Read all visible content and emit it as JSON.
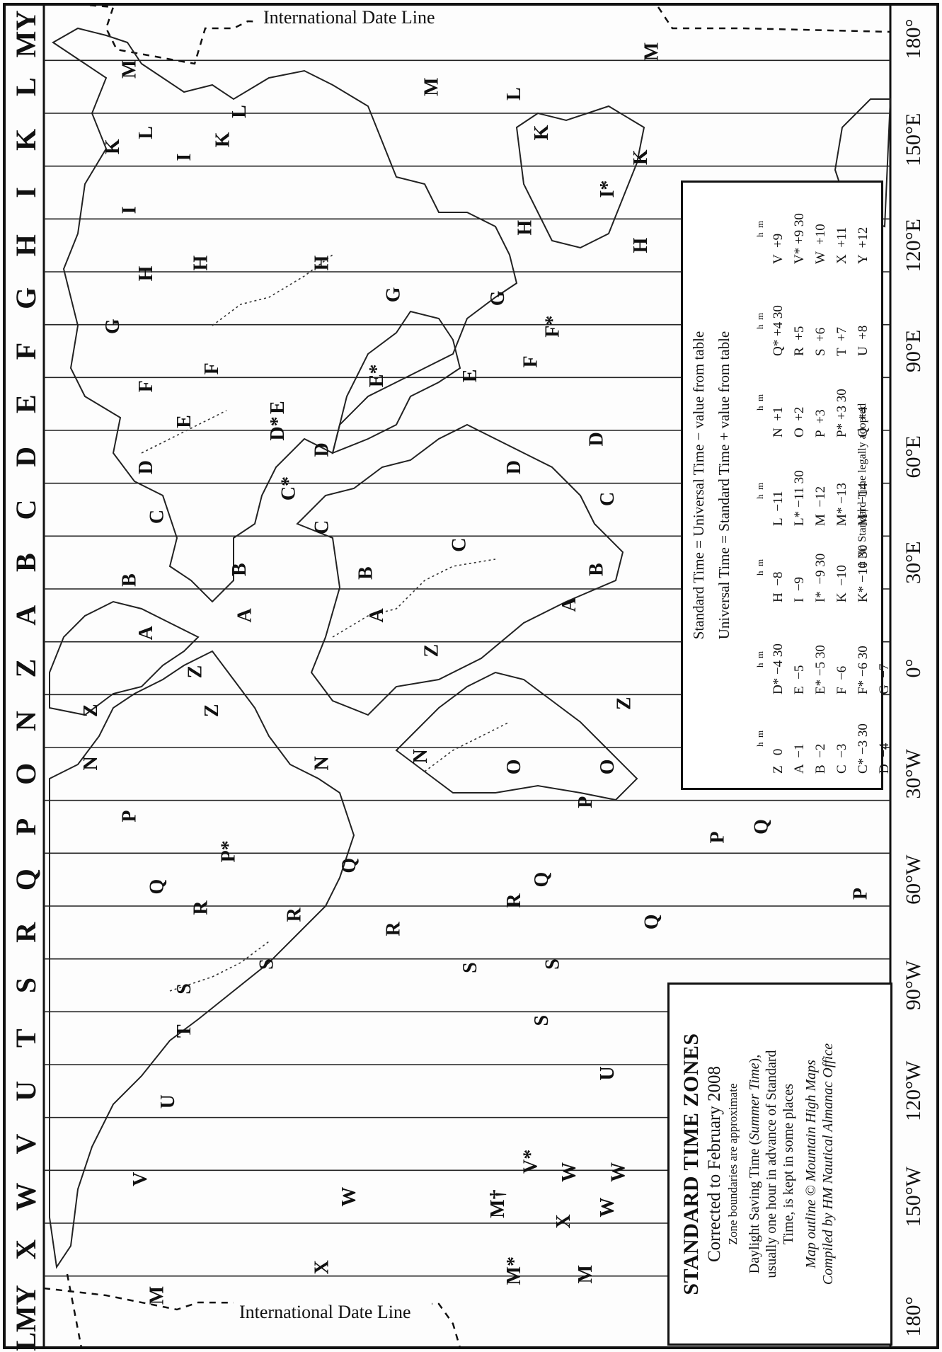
{
  "map": {
    "date_line_label": "International Date Line",
    "zone_bands": [
      "LMY",
      "X",
      "W",
      "V",
      "U",
      "T",
      "S",
      "R",
      "Q",
      "P",
      "O",
      "N",
      "Z",
      "A",
      "B",
      "C",
      "D",
      "E",
      "F",
      "G",
      "H",
      "I",
      "K",
      "L",
      "MY"
    ],
    "longitudes": [
      "180°",
      "150°W",
      "120°W",
      "90°W",
      "60°W",
      "30°W",
      "0°",
      "30°E",
      "60°E",
      "90°E",
      "120°E",
      "150°E",
      "180°"
    ],
    "zone_letters": [
      {
        "t": "M",
        "lon": -178,
        "lat": 60
      },
      {
        "t": "X",
        "lon": -170,
        "lat": 30
      },
      {
        "t": "M*",
        "lon": -171,
        "lat": -5
      },
      {
        "t": "M",
        "lon": -172,
        "lat": -18
      },
      {
        "t": "M",
        "lon": -176,
        "lat": -40
      },
      {
        "t": "W",
        "lon": -150,
        "lat": 25
      },
      {
        "t": "M†",
        "lon": -152,
        "lat": -2
      },
      {
        "t": "W",
        "lon": -153,
        "lat": -22
      },
      {
        "t": "X",
        "lon": -157,
        "lat": -14
      },
      {
        "t": "V",
        "lon": -145,
        "lat": 63
      },
      {
        "t": "V*",
        "lon": -140,
        "lat": -8
      },
      {
        "t": "W",
        "lon": -143,
        "lat": -15
      },
      {
        "t": "W",
        "lon": -143,
        "lat": -24
      },
      {
        "t": "U",
        "lon": -123,
        "lat": 58
      },
      {
        "t": "U",
        "lon": -115,
        "lat": -22
      },
      {
        "t": "T",
        "lon": -103,
        "lat": 55
      },
      {
        "t": "S",
        "lon": -100,
        "lat": -10
      },
      {
        "t": "S",
        "lon": -91,
        "lat": 55
      },
      {
        "t": "S",
        "lon": -84,
        "lat": 40
      },
      {
        "t": "S",
        "lon": -85,
        "lat": 3
      },
      {
        "t": "S",
        "lon": -84,
        "lat": -12
      },
      {
        "t": "R",
        "lon": -68,
        "lat": 52
      },
      {
        "t": "R",
        "lon": -70,
        "lat": 35
      },
      {
        "t": "R",
        "lon": -74,
        "lat": 17
      },
      {
        "t": "R",
        "lon": -66,
        "lat": -5
      },
      {
        "t": "Q",
        "lon": -62,
        "lat": 60
      },
      {
        "t": "Q",
        "lon": -56,
        "lat": 25
      },
      {
        "t": "Q",
        "lon": -60,
        "lat": -10
      },
      {
        "t": "Q",
        "lon": -72,
        "lat": -30
      },
      {
        "t": "Q",
        "lon": -45,
        "lat": -50
      },
      {
        "t": "P",
        "lon": -38,
        "lat": -18
      },
      {
        "t": "P",
        "lon": -48,
        "lat": -42
      },
      {
        "t": "P",
        "lon": -64,
        "lat": -68
      },
      {
        "t": "P",
        "lon": -42,
        "lat": 65
      },
      {
        "t": "P*",
        "lon": -52,
        "lat": 47
      },
      {
        "t": "O",
        "lon": -28,
        "lat": -5
      },
      {
        "t": "O",
        "lon": -28,
        "lat": -22
      },
      {
        "t": "O",
        "lon": -25,
        "lat": -47
      },
      {
        "t": "N",
        "lon": -27,
        "lat": 72
      },
      {
        "t": "N",
        "lon": -27,
        "lat": 30
      },
      {
        "t": "N",
        "lon": -25,
        "lat": 12
      },
      {
        "t": "Z",
        "lon": -12,
        "lat": 72
      },
      {
        "t": "Z",
        "lon": -12,
        "lat": 50
      },
      {
        "t": "Z",
        "lon": -10,
        "lat": -25
      },
      {
        "t": "Z",
        "lon": -5,
        "lat": -37
      },
      {
        "t": "Z",
        "lon": -1,
        "lat": 53
      },
      {
        "t": "Z",
        "lon": 5,
        "lat": 10
      },
      {
        "t": "A",
        "lon": 10,
        "lat": 62
      },
      {
        "t": "A",
        "lon": 15,
        "lat": 44
      },
      {
        "t": "A",
        "lon": 15,
        "lat": 20
      },
      {
        "t": "A",
        "lon": 18,
        "lat": -15
      },
      {
        "t": "B",
        "lon": 25,
        "lat": 65
      },
      {
        "t": "B",
        "lon": 28,
        "lat": 45
      },
      {
        "t": "B",
        "lon": 27,
        "lat": 22
      },
      {
        "t": "B",
        "lon": 28,
        "lat": -20
      },
      {
        "t": "B",
        "lon": 28,
        "lat": -40
      },
      {
        "t": "C",
        "lon": 43,
        "lat": 60
      },
      {
        "t": "C",
        "lon": 40,
        "lat": 30
      },
      {
        "t": "C",
        "lon": 35,
        "lat": 5
      },
      {
        "t": "C",
        "lon": 48,
        "lat": -22
      },
      {
        "t": "C*",
        "lon": 51,
        "lat": 36
      },
      {
        "t": "D",
        "lon": 57,
        "lat": 62
      },
      {
        "t": "D",
        "lon": 62,
        "lat": 30
      },
      {
        "t": "D",
        "lon": 57,
        "lat": -5
      },
      {
        "t": "D*",
        "lon": 68,
        "lat": 38
      },
      {
        "t": "D",
        "lon": 65,
        "lat": -20
      },
      {
        "t": "E",
        "lon": 70,
        "lat": 55
      },
      {
        "t": "E",
        "lon": 74,
        "lat": 38
      },
      {
        "t": "E*",
        "lon": 83,
        "lat": 20
      },
      {
        "t": "E",
        "lon": 83,
        "lat": 3
      },
      {
        "t": "F",
        "lon": 80,
        "lat": 62
      },
      {
        "t": "F",
        "lon": 85,
        "lat": 50
      },
      {
        "t": "F",
        "lon": 87,
        "lat": -8
      },
      {
        "t": "F*",
        "lon": 97,
        "lat": -12
      },
      {
        "t": "G",
        "lon": 97,
        "lat": 68
      },
      {
        "t": "G",
        "lon": 106,
        "lat": 17
      },
      {
        "t": "G",
        "lon": 105,
        "lat": -2
      },
      {
        "t": "H",
        "lon": 112,
        "lat": 62
      },
      {
        "t": "H",
        "lon": 115,
        "lat": 52
      },
      {
        "t": "H",
        "lon": 115,
        "lat": 30
      },
      {
        "t": "H",
        "lon": 125,
        "lat": -7
      },
      {
        "t": "H",
        "lon": 120,
        "lat": -28
      },
      {
        "t": "I",
        "lon": 130,
        "lat": 65
      },
      {
        "t": "I",
        "lon": 145,
        "lat": 55
      },
      {
        "t": "I*",
        "lon": 136,
        "lat": -22
      },
      {
        "t": "K",
        "lon": 148,
        "lat": 68
      },
      {
        "t": "K",
        "lon": 150,
        "lat": 48
      },
      {
        "t": "K",
        "lon": 145,
        "lat": -28
      },
      {
        "t": "K",
        "lon": 152,
        "lat": -10
      },
      {
        "t": "L",
        "lon": 152,
        "lat": 62
      },
      {
        "t": "L",
        "lon": 158,
        "lat": 45
      },
      {
        "t": "L",
        "lon": 163,
        "lat": -5
      },
      {
        "t": "M",
        "lon": 170,
        "lat": 65
      },
      {
        "t": "M",
        "lon": 165,
        "lat": 10
      },
      {
        "t": "M",
        "lon": 175,
        "lat": -30
      }
    ]
  },
  "legend": {
    "eq1": "Standard Time  =  Universal Time  −  value from table",
    "eq2": "Universal Time  =  Standard Time  +  value from table",
    "columns": [
      [
        "Z   0",
        "A  −1",
        "B  −2",
        "C  −3",
        "C* −3 30",
        "D  −4"
      ],
      [
        "D* −4 30",
        "E  −5",
        "E* −5 30",
        "F  −6",
        "F* −6 30",
        "G  −7"
      ],
      [
        "H  −8",
        "I  −9",
        "I*  −9 30",
        "K  −10",
        "K* −10 30"
      ],
      [
        "L  −11",
        "L* −11 30",
        "M  −12",
        "M* −13",
        "M† −14"
      ],
      [
        "N  +1",
        "O  +2",
        "P  +3",
        "P* +3 30",
        "Q  +4"
      ],
      [
        "Q* +4 30",
        "R  +5",
        "S  +6",
        "T  +7",
        "U  +8"
      ],
      [
        "V  +9",
        "V* +9 30",
        "W  +10",
        "X  +11",
        "Y  +12"
      ]
    ],
    "header": "h  m",
    "footnote": "‡ No Standard Time legally adopted"
  },
  "title": {
    "main": "STANDARD TIME ZONES",
    "corrected": "Corrected to February 2008",
    "approx": "Zone boundaries are approximate",
    "dst_1": "Daylight Saving Time (",
    "dst_italic": "Summer Time",
    "dst_2": "),",
    "dst_3": "usually one hour in advance of Standard",
    "dst_4": "Time, is kept in some places",
    "credit_1": "Map outline © Mountain High Maps",
    "credit_2": "Compiled by HM Nautical Almanac Office"
  }
}
